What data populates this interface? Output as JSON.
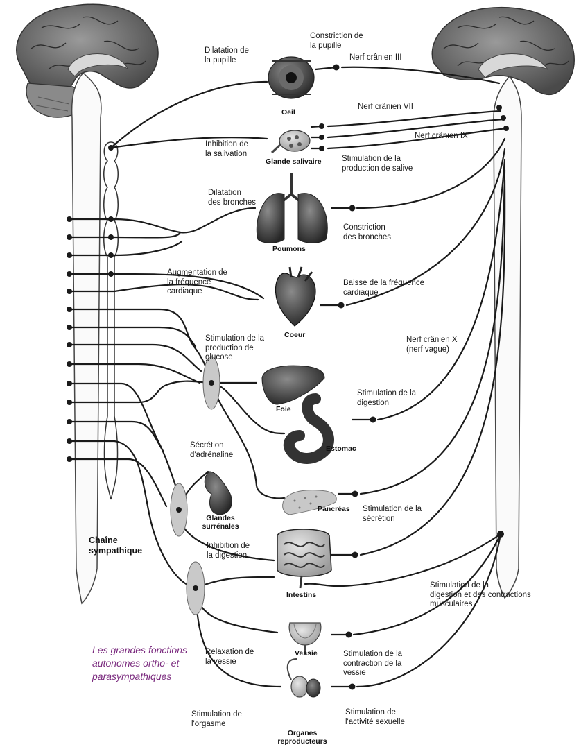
{
  "caption": {
    "line1": "Les grandes fonctions",
    "line2": "autonomes ortho- et",
    "line3": "parasympathiques"
  },
  "chain_label": {
    "line1": "Chaîne",
    "line2": "sympathique"
  },
  "organs": {
    "oeil": "Oeil",
    "glande_salivaire": "Glande salivaire",
    "poumons": "Poumons",
    "coeur": "Coeur",
    "foie": "Foie",
    "estomac": "Estomac",
    "glandes_surrenales_1": "Glandes",
    "glandes_surrenales_2": "surrénales",
    "pancreas": "Pancréas",
    "intestins": "Intestins",
    "vessie": "Vessie",
    "organes_1": "Organes",
    "organes_2": "reproducteurs"
  },
  "sympathetic_labels": {
    "dilatation_pupille_1": "Dilatation de",
    "dilatation_pupille_2": "la pupille",
    "inhibition_salivation_1": "Inhibition de",
    "inhibition_salivation_2": "la salivation",
    "dilatation_bronches_1": "Dilatation",
    "dilatation_bronches_2": "des bronches",
    "augmentation_frequence_1": "Augmentation de",
    "augmentation_frequence_2": "la fréquence",
    "augmentation_frequence_3": "cardiaque",
    "stimulation_glucose_1": "Stimulation de la",
    "stimulation_glucose_2": "production de",
    "stimulation_glucose_3": "glucose",
    "secretion_adrenaline_1": "Sécrétion",
    "secretion_adrenaline_2": "d'adrénaline",
    "inhibition_digestion_1": "Inhibition de",
    "inhibition_digestion_2": "la digestion",
    "relaxation_vessie_1": "Relaxation de",
    "relaxation_vessie_2": "la vessie",
    "stimulation_orgasme_1": "Stimulation de",
    "stimulation_orgasme_2": "l'orgasme"
  },
  "parasympathetic_labels": {
    "constriction_pupille_1": "Constriction de",
    "constriction_pupille_2": "la pupille",
    "nerf_iii": "Nerf crânien III",
    "nerf_vii": "Nerf crânien VII",
    "nerf_ix": "Nerf crânien IX",
    "stimulation_salive_1": "Stimulation de la",
    "stimulation_salive_2": "production de salive",
    "constriction_bronches_1": "Constriction",
    "constriction_bronches_2": "des bronches",
    "baisse_frequence_1": "Baisse de la fréquence",
    "baisse_frequence_2": "cardiaque",
    "nerf_x_1": "Nerf crânien X",
    "nerf_x_2": "(nerf vague)",
    "stimulation_digestion_1": "Stimulation de la",
    "stimulation_digestion_2": "digestion",
    "stimulation_secretion_1": "Stimulation de la",
    "stimulation_secretion_2": "sécrétion",
    "stimulation_digestion_contractions_1": "Stimulation de la",
    "stimulation_digestion_contractions_2": "digestion et des contractions",
    "stimulation_digestion_contractions_3": "musculaires",
    "stimulation_contraction_vessie_1": "Stimulation de la",
    "stimulation_contraction_vessie_2": "contraction de la",
    "stimulation_contraction_vessie_3": "vessie",
    "stimulation_activite_sexuelle_1": "Stimulation de",
    "stimulation_activite_sexuelle_2": "l'activité sexuelle"
  }
}
